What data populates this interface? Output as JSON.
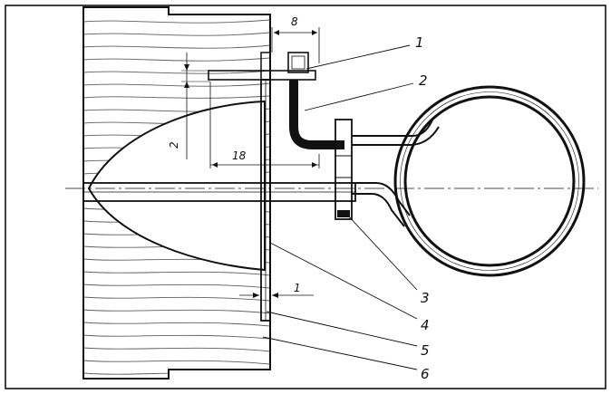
{
  "callouts": [
    "1",
    "2",
    "3",
    "4",
    "5",
    "6"
  ],
  "dimensions": {
    "top_width": "8",
    "vertical_gap": "2",
    "horizontal_depth": "18",
    "plate_gap": "1"
  },
  "colors": {
    "ink": "#111111",
    "paper": "#ffffff"
  }
}
